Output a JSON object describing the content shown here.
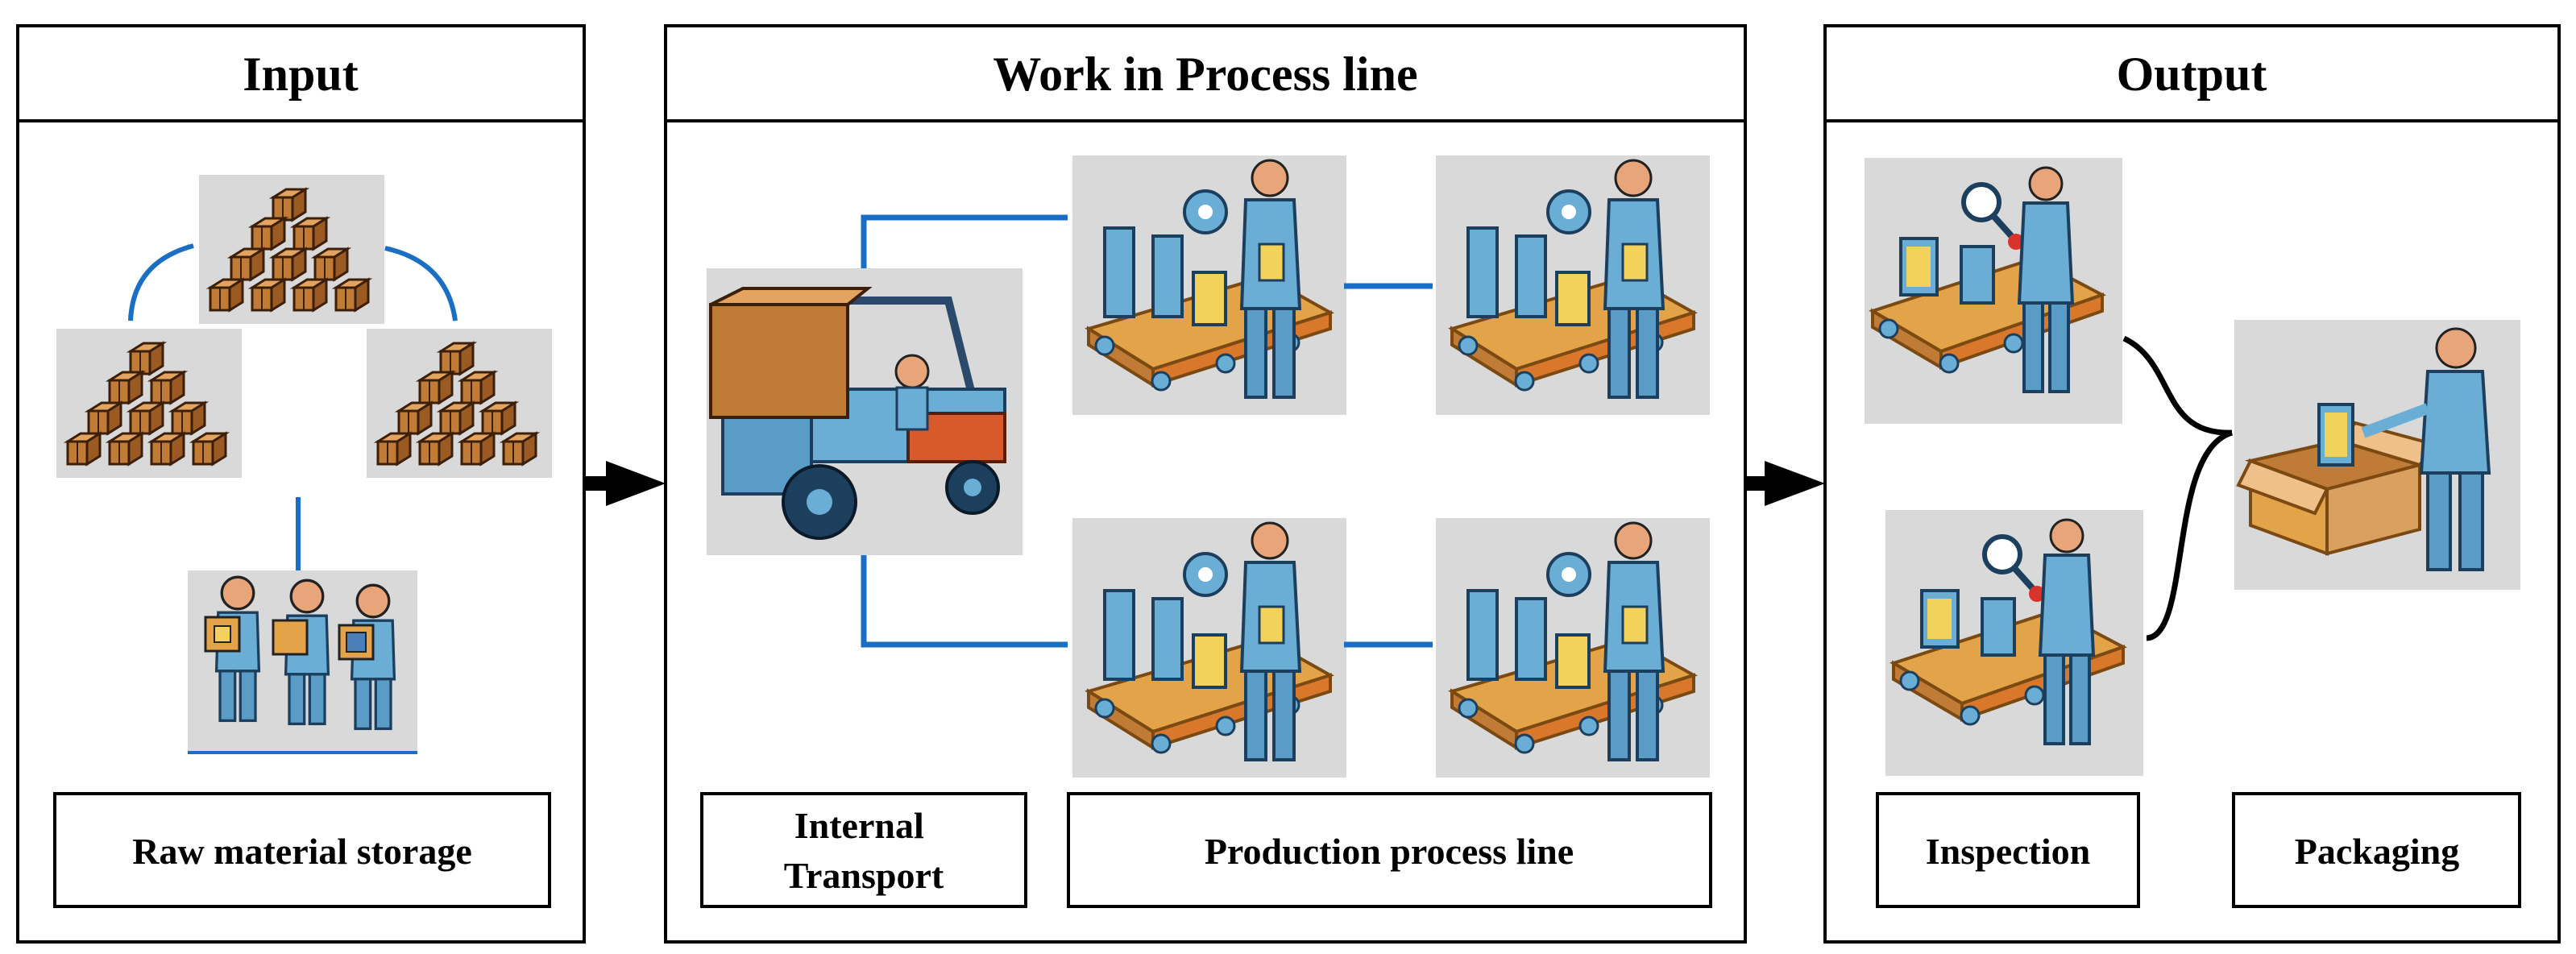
{
  "sections": {
    "input": {
      "title": "Input"
    },
    "wip": {
      "title": "Work in Process line"
    },
    "output": {
      "title": "Output"
    }
  },
  "labels": {
    "raw_material_storage": "Raw material storage",
    "internal_transport_line1": "Internal",
    "internal_transport_line2": "Transport",
    "production_process_line": "Production process line",
    "inspection": "Inspection",
    "packaging": "Packaging"
  },
  "icons": {
    "boxes": "stacked-boxes-icon",
    "workers": "workers-carrying-boxes-icon",
    "forklift": "forklift-icon",
    "production": "assembly-worker-conveyor-icon",
    "inspection": "inspector-magnifier-conveyor-icon",
    "packaging": "packaging-worker-icon"
  },
  "colors": {
    "flow_arrow": "#1a6fc4",
    "border": "#000000",
    "icon_background": "#d9d9d9",
    "box_fill": "#c07b36",
    "worker_fill": "#6aaed6",
    "conveyor_fill": "#e2a349"
  }
}
